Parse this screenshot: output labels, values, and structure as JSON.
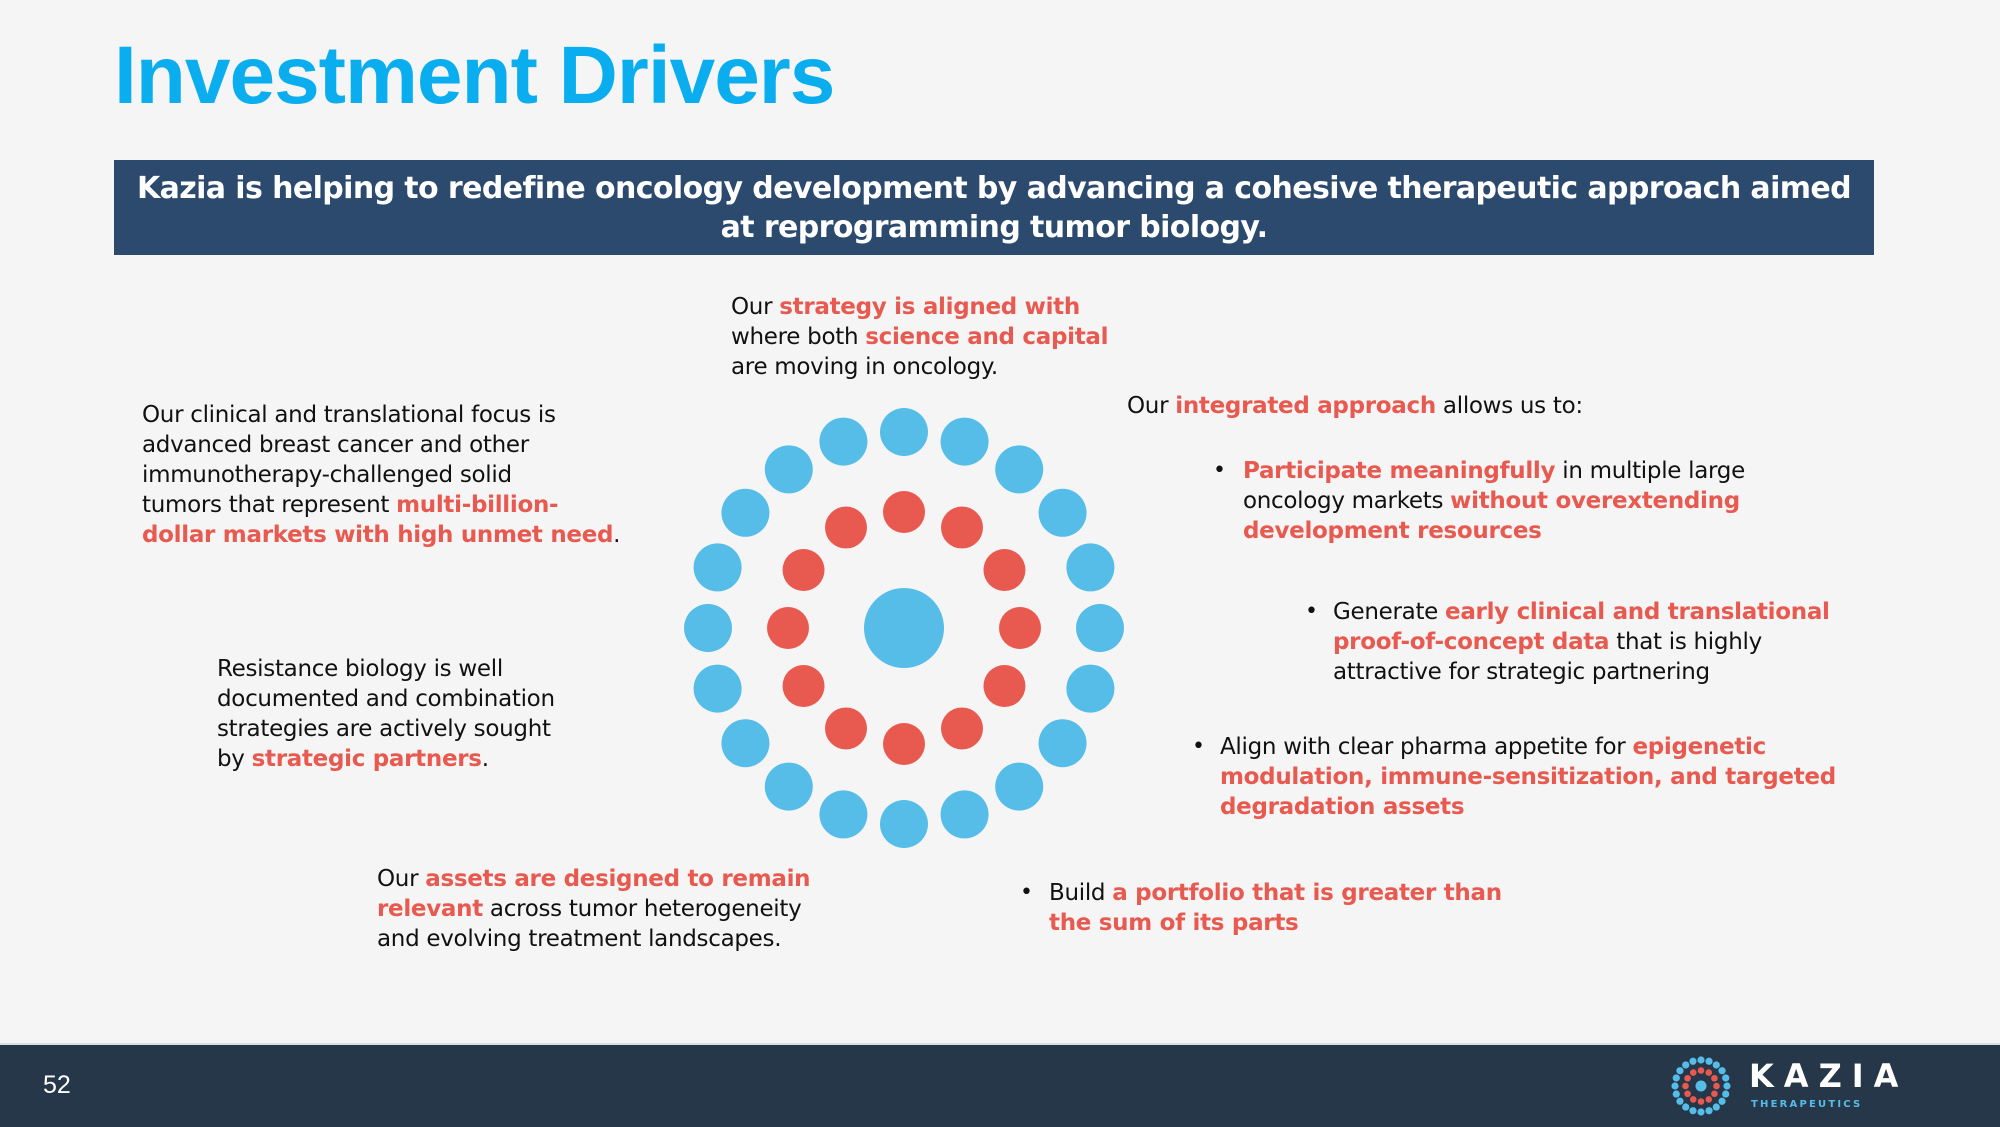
{
  "title": "Investment Drivers",
  "banner": "Kazia is helping to redefine oncology development by advancing a cohesive therapeutic approach aimed at reprogramming tumor biology.",
  "colors": {
    "title": "#0aaeef",
    "banner_bg": "#2b4a6e",
    "highlight": "#e8594f",
    "dot_blue": "#55bde8",
    "dot_red": "#e8594f",
    "footer_bg": "#263749"
  },
  "strategy": {
    "l1a": "Our ",
    "l1b": "strategy is aligned with",
    "l2a": "where both ",
    "l2b": "science and capital",
    "l3": "are moving in oncology."
  },
  "focus": {
    "l1": "Our clinical and translational focus is",
    "l2": "advanced breast cancer and other",
    "l3": "immunotherapy-challenged solid",
    "l4a": "tumors that represent ",
    "l4b": "multi-billion-",
    "l5a": "dollar markets with high unmet need",
    "l5b": "."
  },
  "resistance": {
    "l1": "Resistance biology is well",
    "l2": "documented and combination",
    "l3": "strategies are actively sought",
    "l4a": "by ",
    "l4b": "strategic partners",
    "l4c": "."
  },
  "assets": {
    "l1a": "Our ",
    "l1b": "assets are designed to remain",
    "l2a": "relevant",
    "l2b": " across tumor heterogeneity",
    "l3": "and evolving treatment landscapes."
  },
  "integrated": {
    "a": "Our ",
    "b": "integrated approach",
    "c": " allows us to:"
  },
  "bullet_char": "•",
  "bullets": [
    {
      "l1a": "Participate meaningfully",
      "l1b": " in multiple large",
      "l2a": "oncology markets ",
      "l2b": "without overextending",
      "l3": "development resources"
    },
    {
      "l1a": "Generate ",
      "l1b": "early clinical and translational",
      "l2a": "proof-of-concept data",
      "l2b": " that is highly",
      "l3": "attractive for strategic partnering"
    },
    {
      "l1a": "Align with clear pharma appetite for ",
      "l1b": "epigenetic",
      "l2": "modulation, immune-sensitization, and targeted",
      "l3": "degradation assets"
    },
    {
      "l1a": "Build ",
      "l1b": "a portfolio that is greater than",
      "l2": "the sum of its parts"
    }
  ],
  "graphic": {
    "icon": "concentric-dot-rings-icon",
    "inner_ring_count": 12,
    "outer_ring_count": 20
  },
  "footer": {
    "page_number": "52",
    "logo_word": "KAZIA",
    "logo_sub": "THERAPEUTICS"
  }
}
